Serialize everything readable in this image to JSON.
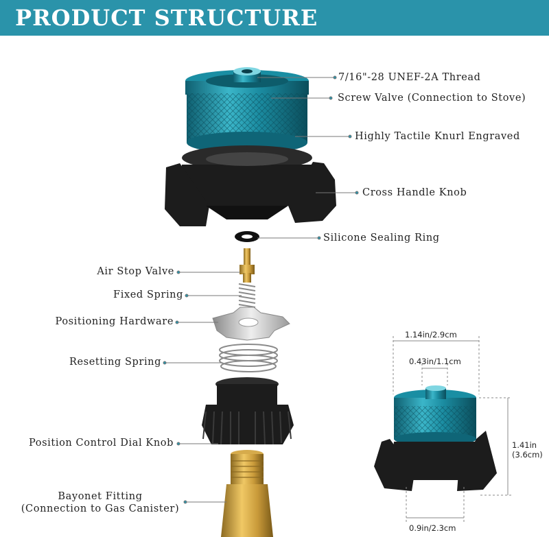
{
  "banner": {
    "title": "PRODUCT STRUCTURE",
    "color": "#2a93aa"
  },
  "labels": {
    "thread": "7/16\"-28 UNEF-2A Thread",
    "screw_valve": "Screw Valve (Connection to Stove)",
    "knurl": "Highly Tactile Knurl Engraved",
    "cross_handle": "Cross Handle Knob",
    "sealing_ring": "Silicone Sealing Ring",
    "air_stop": "Air Stop Valve",
    "fixed_spring": "Fixed Spring",
    "positioning": "Positioning Hardware",
    "resetting": "Resetting Spring",
    "dial_knob": "Position Control Dial Knob",
    "bayonet_line1": "Bayonet Fitting",
    "bayonet_line2": "(Connection to Gas Canister)"
  },
  "dimensions": {
    "outer_width": "1.14in/2.9cm",
    "inner_width": "0.43in/1.1cm",
    "height_line1": "1.41in",
    "height_line2": "(3.6cm)",
    "base_width": "0.9in/2.3cm"
  },
  "colors": {
    "teal": "#2e9fb3",
    "black": "#1c1c1c",
    "brass": "#c99a3a"
  }
}
